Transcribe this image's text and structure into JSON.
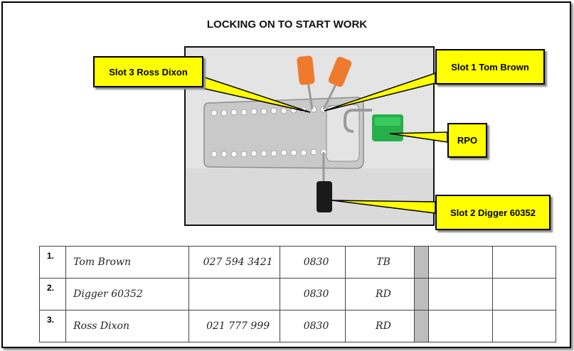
{
  "title": "LOCKING ON TO START WORK",
  "callouts": {
    "slot3": "Slot 3 Ross Dixon",
    "slot1": "Slot 1 Tom Brown",
    "rpo": "RPO",
    "slot2": "Slot 2 Digger 60352"
  },
  "colors": {
    "callout_bg": "#ffff00",
    "orange_lock": "#ef7a2e",
    "green_lock": "#27b04a",
    "black_lock": "#1a1a1a"
  },
  "table": {
    "rows": [
      {
        "num": "1.",
        "name": "Tom Brown",
        "phone": "027 594 3421",
        "time": "0830",
        "initials": "TB"
      },
      {
        "num": "2.",
        "name": "Digger   60352",
        "phone": "",
        "time": "0830",
        "initials": "RD"
      },
      {
        "num": "3.",
        "name": "Ross Dixon",
        "phone": "021 777 999",
        "time": "0830",
        "initials": "RD"
      }
    ]
  }
}
